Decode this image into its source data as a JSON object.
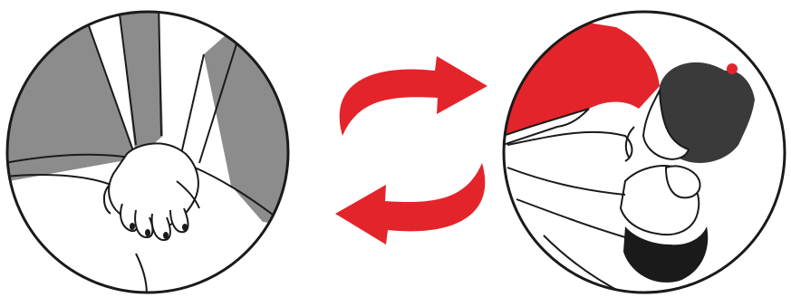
{
  "diagram": {
    "panels": [
      {
        "id": "compressions-panel",
        "icon": "hands-chest-compressions-illustration"
      },
      {
        "id": "rescue-breaths-panel",
        "icon": "mouth-to-mouth-rescue-breath-illustration"
      }
    ],
    "arrows": [
      {
        "id": "arrow-to-breaths",
        "direction": "right",
        "icon": "curved-arrow-right-icon"
      },
      {
        "id": "arrow-to-compressions",
        "direction": "left",
        "icon": "curved-arrow-left-icon"
      }
    ],
    "colors": {
      "arrow": "#e3242b",
      "outline": "#1a1a1a",
      "shade": "#8c8c8c",
      "rescuer_shirt": "#e3242b",
      "hair": "#3a3a3a",
      "background": "#ffffff"
    }
  }
}
